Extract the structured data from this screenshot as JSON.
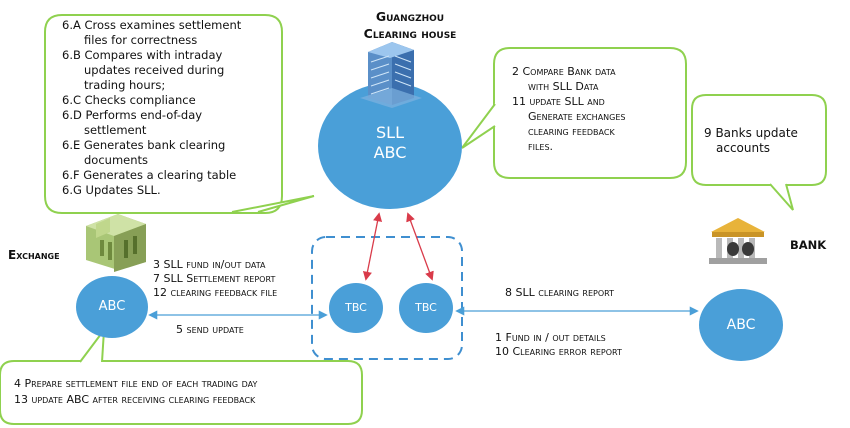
{
  "clearing_house": {
    "title_line1": "Guangzhou",
    "title_line2": "Clearing house",
    "node_line1": "SLL",
    "node_line2": "ABC"
  },
  "callout_left": {
    "lines": [
      "6.A Cross examines settlement",
      "files for correctness",
      "6.B Compares with intraday",
      "updates received during",
      "trading hours;",
      "6.C Checks compliance",
      "6.D Performs end-of-day",
      "settlement",
      "6.E Generates bank clearing",
      "documents",
      "6.F Generates a clearing table",
      "6.G Updates SLL."
    ]
  },
  "callout_right": {
    "lines": [
      "2  Compare Bank data",
      "with SLL Data",
      "11 update SLL and",
      "Generate exchanges",
      "clearing feedback",
      "files."
    ]
  },
  "callout_bank": {
    "lines": [
      "9 Banks update",
      "accounts"
    ]
  },
  "callout_bottom": {
    "lines": [
      "4  Prepare settlement file end of each trading day",
      "13 update ABC after receiving clearing feedback"
    ]
  },
  "exchange": {
    "label": "Exchange",
    "node": "ABC"
  },
  "bank": {
    "label": "BANK",
    "node": "ABC"
  },
  "tbc": {
    "left": "TBC",
    "right": "TBC"
  },
  "exchange_flows": {
    "lines": [
      "3 SLL fund in/out data",
      "7 SLL Settlement report",
      "12 clearing feedback file"
    ],
    "send_update": "5 send update"
  },
  "bank_flows": {
    "clearing_report": "8 SLL clearing report",
    "lines": [
      "1 Fund in / out details",
      "10 Clearing error report"
    ]
  },
  "colors": {
    "node_blue": "#4a9fd8",
    "callout_border": "#8fd14f",
    "dash_blue": "#3f8fd0",
    "arrow_red": "#d93b4a",
    "arrow_blue": "#4a9fd8"
  }
}
